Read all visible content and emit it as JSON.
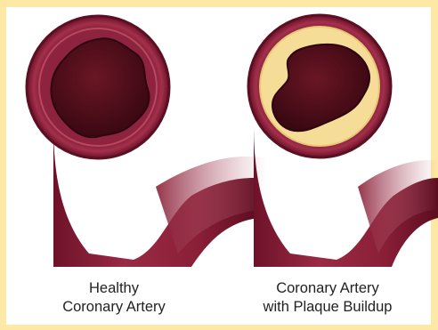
{
  "colors": {
    "frame": "#fde9a5",
    "panel": "#ffffff",
    "artery_wall": "#8a1f38",
    "artery_shadow": "#5a0f22",
    "lumen": "#4a0c18",
    "plaque": "#f5dd97",
    "caption_text": "#222222"
  },
  "illustrations": [
    {
      "id": "healthy",
      "icon": "healthy-artery-icon"
    },
    {
      "id": "plaque",
      "icon": "plaque-artery-icon"
    }
  ],
  "captions": {
    "healthy": {
      "line1": "Healthy",
      "line2": "Coronary Artery"
    },
    "plaque": {
      "line1": "Coronary Artery",
      "line2": "with Plaque Buildup"
    }
  }
}
